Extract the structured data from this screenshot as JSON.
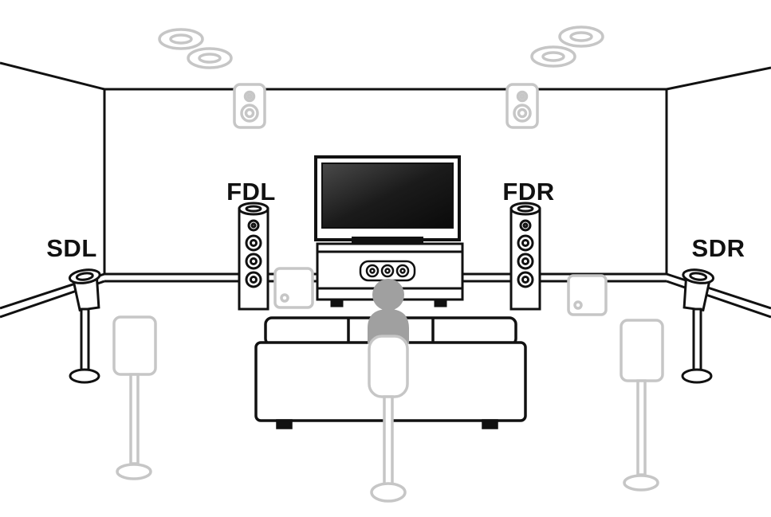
{
  "diagram": {
    "title": "Dolby enabled speaker placement diagram",
    "labels": {
      "fdl": "FDL",
      "fdr": "FDR",
      "sdl": "SDL",
      "sdr": "SDR"
    },
    "colors": {
      "highlight": "#111111",
      "dimmed": "#c6c6c6",
      "person": "#a0a0a0",
      "screen_dark": "#111111",
      "background": "#ffffff"
    },
    "highlighted_speakers": [
      "FDL",
      "FDR",
      "SDL",
      "SDR"
    ],
    "dimmed_elements": [
      "ceiling-speaker-left",
      "ceiling-speaker-right",
      "height-speaker-left",
      "height-speaker-right",
      "subwoofer-left",
      "subwoofer-right",
      "surround-speaker-left",
      "surround-speaker-right",
      "surround-back-speaker"
    ]
  }
}
